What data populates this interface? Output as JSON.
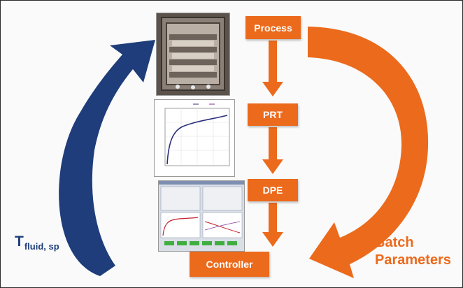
{
  "nodes": {
    "process": "Process",
    "prt": "PRT",
    "dpe": "DPE",
    "controller": "Controller"
  },
  "labels": {
    "t_fluid_main": "T",
    "t_fluid_sub": "fluid, sp",
    "batch_line1": "Batch",
    "batch_line2": "Parameters"
  },
  "colors": {
    "orange": "#ec6a1c",
    "navy": "#1e3d7a"
  },
  "thumbnails": {
    "photo": "freeze-dryer-chamber-photo",
    "plot": "line-plot-thumbnail",
    "screen": "software-screenshot-thumbnail"
  }
}
